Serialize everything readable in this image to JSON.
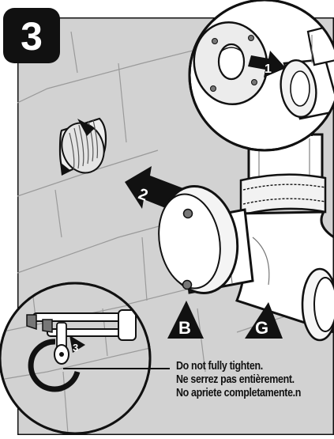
{
  "step": {
    "number": "3"
  },
  "callouts": {
    "part_b": "B",
    "part_g": "G"
  },
  "arrows": {
    "first": "1",
    "second": "2",
    "third": "3"
  },
  "caption": {
    "line_en": "Do not fully tighten.",
    "line_fr": "Ne serrez pas entièrement.",
    "line_es": "No apriete completamente.n"
  },
  "colors": {
    "wall": "#d2d2d2",
    "ink": "#111111",
    "paper": "#ffffff"
  }
}
